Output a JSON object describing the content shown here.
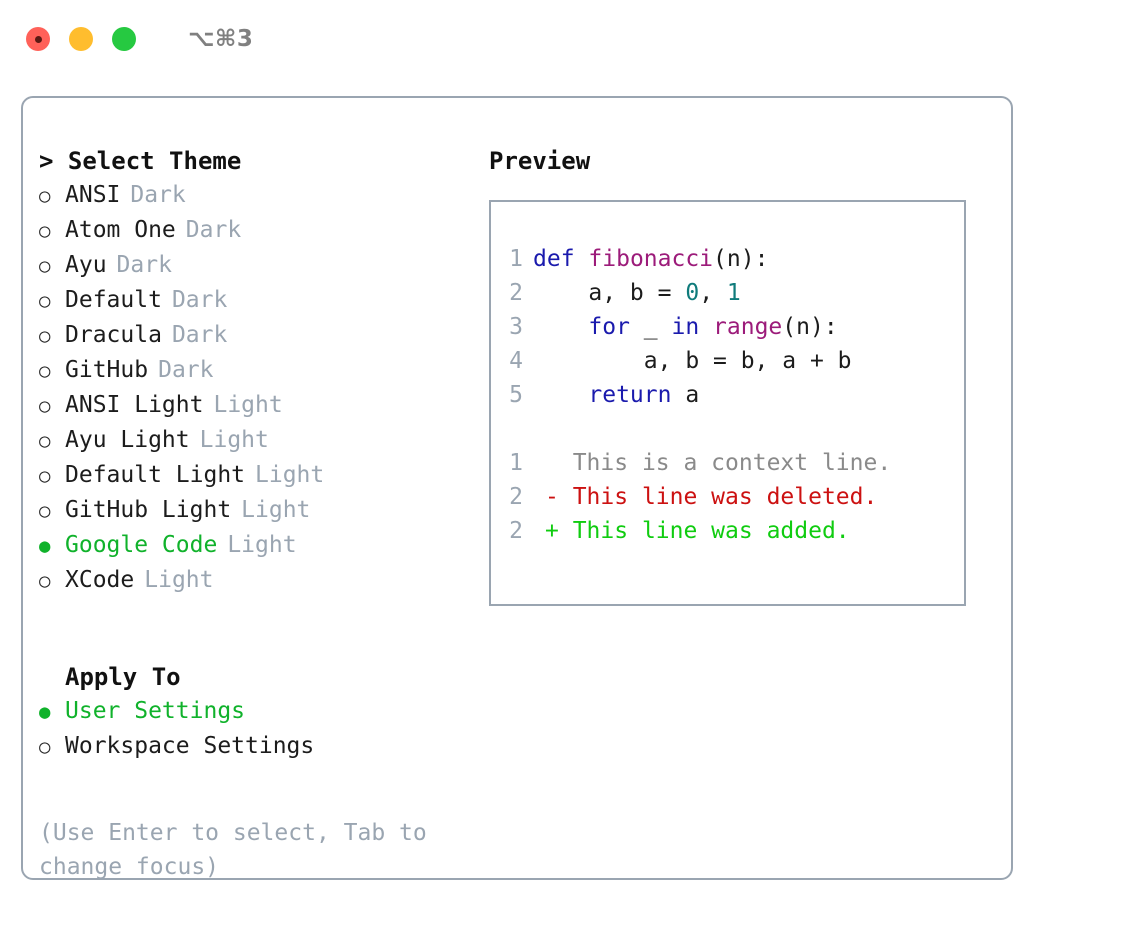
{
  "titlebar": {
    "shortcut": "⌥⌘3",
    "buttons": {
      "close": "close",
      "minimize": "minimize",
      "zoom": "zoom"
    }
  },
  "colors": {
    "accent_green": "#10b22b",
    "muted": "#9aa5b1",
    "border": "#9aa5b1",
    "text": "#1c1c1c",
    "keyword": "#1a1aad",
    "function": "#9c1b7a",
    "number": "#0f7b7b",
    "diff_add": "#10cc10",
    "diff_del": "#cc1111",
    "diff_context": "#8a8a8a"
  },
  "theme_section": {
    "header": "> Select Theme",
    "bullet_selected": "●",
    "bullet_unselected": "○",
    "items": [
      {
        "bullet": "○",
        "label": "ANSI",
        "variant": "Dark",
        "selected": false
      },
      {
        "bullet": "○",
        "label": "Atom One",
        "variant": "Dark",
        "selected": false
      },
      {
        "bullet": "○",
        "label": "Ayu",
        "variant": "Dark",
        "selected": false
      },
      {
        "bullet": "○",
        "label": "Default",
        "variant": "Dark",
        "selected": false
      },
      {
        "bullet": "○",
        "label": "Dracula",
        "variant": "Dark",
        "selected": false
      },
      {
        "bullet": "○",
        "label": "GitHub",
        "variant": "Dark",
        "selected": false
      },
      {
        "bullet": "○",
        "label": "ANSI Light",
        "variant": "Light",
        "selected": false
      },
      {
        "bullet": "○",
        "label": "Ayu Light",
        "variant": "Light",
        "selected": false
      },
      {
        "bullet": "○",
        "label": "Default Light",
        "variant": "Light",
        "selected": false
      },
      {
        "bullet": "○",
        "label": "GitHub Light",
        "variant": "Light",
        "selected": false
      },
      {
        "bullet": "●",
        "label": "Google Code",
        "variant": "Light",
        "selected": true
      },
      {
        "bullet": "○",
        "label": "XCode",
        "variant": "Light",
        "selected": false
      }
    ]
  },
  "apply_section": {
    "header": "Apply To",
    "items": [
      {
        "bullet": "●",
        "label": "User Settings",
        "selected": true
      },
      {
        "bullet": "○",
        "label": "Workspace Settings",
        "selected": false
      }
    ]
  },
  "hint": "(Use Enter to select, Tab to change focus)",
  "preview": {
    "header": "Preview",
    "code_lines": [
      {
        "no": "1",
        "tokens": [
          {
            "t": "def",
            "k": "kw"
          },
          {
            "t": " ",
            "k": "punc"
          },
          {
            "t": "fibonacci",
            "k": "fn"
          },
          {
            "t": "(n):",
            "k": "punc"
          }
        ]
      },
      {
        "no": "2",
        "tokens": [
          {
            "t": "    a, b = ",
            "k": "var"
          },
          {
            "t": "0",
            "k": "num"
          },
          {
            "t": ", ",
            "k": "punc"
          },
          {
            "t": "1",
            "k": "num"
          }
        ]
      },
      {
        "no": "3",
        "tokens": [
          {
            "t": "    ",
            "k": "punc"
          },
          {
            "t": "for",
            "k": "kw"
          },
          {
            "t": " _ ",
            "k": "var"
          },
          {
            "t": "in",
            "k": "kw"
          },
          {
            "t": " ",
            "k": "punc"
          },
          {
            "t": "range",
            "k": "fn"
          },
          {
            "t": "(n):",
            "k": "punc"
          }
        ]
      },
      {
        "no": "4",
        "tokens": [
          {
            "t": "        a, b = b, a + b",
            "k": "var"
          }
        ]
      },
      {
        "no": "5",
        "tokens": [
          {
            "t": "    ",
            "k": "punc"
          },
          {
            "t": "return",
            "k": "kw"
          },
          {
            "t": " a",
            "k": "var"
          }
        ]
      }
    ],
    "diff_lines": [
      {
        "no": "1",
        "marker": " ",
        "text": " This is a context line.",
        "kind": "context"
      },
      {
        "no": "2",
        "marker": "-",
        "text": " This line was deleted.",
        "kind": "del"
      },
      {
        "no": "2",
        "marker": "+",
        "text": " This line was added.",
        "kind": "add"
      }
    ]
  }
}
